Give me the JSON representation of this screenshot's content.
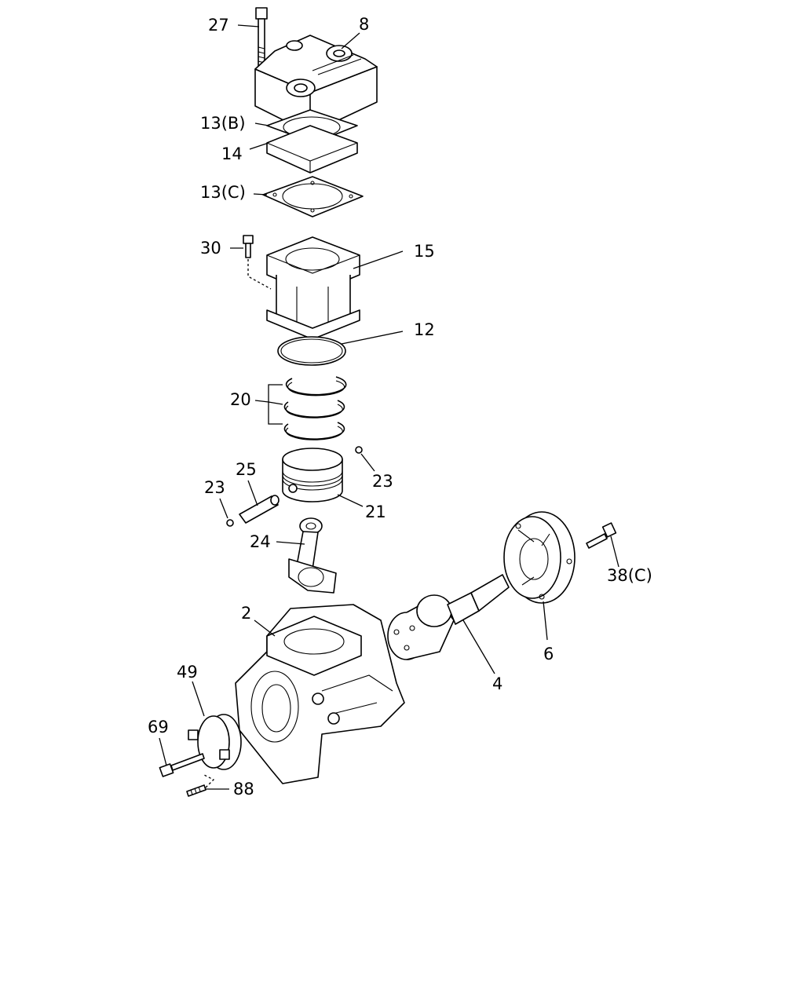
{
  "labels": {
    "l27": "27",
    "l8": "8",
    "l13b": "13(B)",
    "l14": "14",
    "l13c": "13(C)",
    "l30": "30",
    "l15": "15",
    "l12": "12",
    "l20": "20",
    "l23a": "23",
    "l23b": "23",
    "l25": "25",
    "l21": "21",
    "l24": "24",
    "l38c": "38(C)",
    "l2": "2",
    "l4": "4",
    "l6": "6",
    "l49": "49",
    "l69": "69",
    "l88": "88"
  }
}
